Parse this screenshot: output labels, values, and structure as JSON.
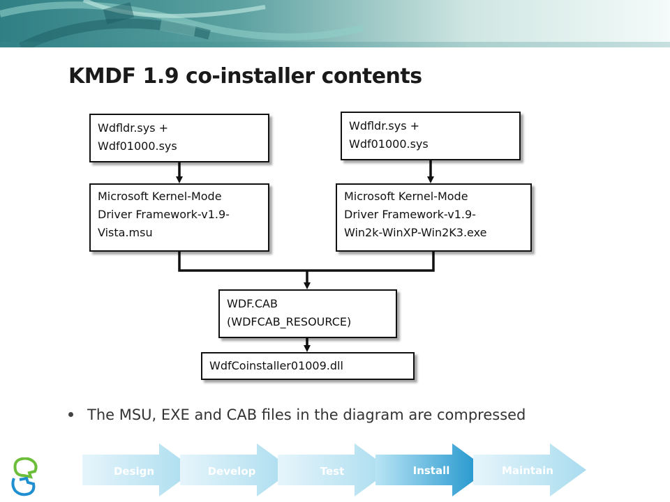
{
  "slide": {
    "title": "KMDF 1.9 co-installer contents",
    "bullet": "The MSU, EXE and CAB files in the diagram are compressed"
  },
  "diagram": {
    "boxes": {
      "sys_left": "Wdfldr.sys +\nWdf01000.sys",
      "sys_right": "Wdfldr.sys +\nWdf01000.sys",
      "msu": "Microsoft Kernel-Mode\nDriver Framework-v1.9-\nVista.msu",
      "exe": "Microsoft Kernel-Mode\nDriver Framework-v1.9-\nWin2k-WinXP-Win2K3.exe",
      "cab": "WDF.CAB\n(WDFCAB_RESOURCE)",
      "dll": "WdfCoinstaller01009.dll"
    }
  },
  "process_steps": [
    {
      "label": "Design"
    },
    {
      "label": "Develop"
    },
    {
      "label": "Test"
    },
    {
      "label": "Install",
      "active": true
    },
    {
      "label": "Maintain"
    }
  ],
  "colors": {
    "banner_teal": "#3a8a8e",
    "step_light": "#bfe6f3",
    "step_active": "#1f9ad0",
    "logo_green": "#6cbe3a",
    "logo_blue": "#1f8fd0"
  }
}
